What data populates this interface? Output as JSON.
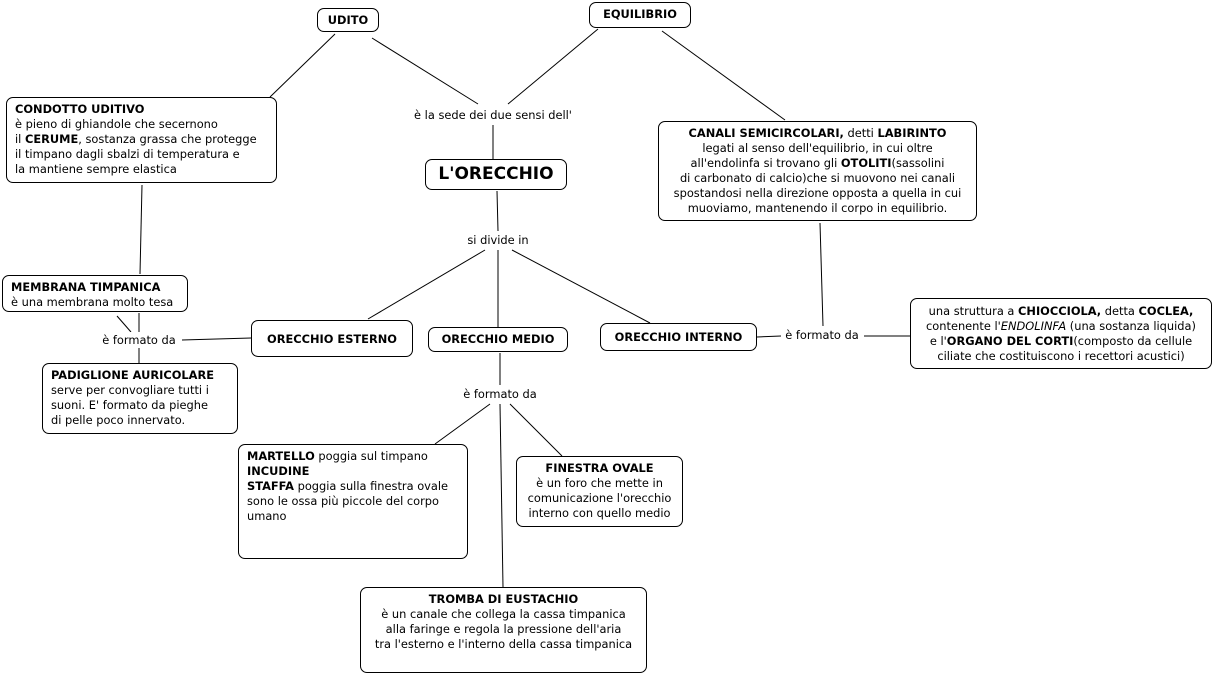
{
  "nodes": {
    "udito": {
      "lines": [
        [
          {
            "t": "UDITO",
            "b": true
          }
        ]
      ]
    },
    "equilibrio": {
      "lines": [
        [
          {
            "t": "EQUILIBRIO",
            "b": true
          }
        ]
      ]
    },
    "orecchio": {
      "lines": [
        [
          {
            "t": "L'ORECCHIO",
            "b": true
          }
        ]
      ]
    },
    "condotto": {
      "lines": [
        [
          {
            "t": "CONDOTTO UDITIVO",
            "b": true
          }
        ],
        [
          {
            "t": "è pieno di ghiandole che secernono"
          }
        ],
        [
          {
            "t": "il "
          },
          {
            "t": "CERUME",
            "b": true
          },
          {
            "t": ", sostanza grassa che protegge"
          }
        ],
        [
          {
            "t": "il timpano dagli sbalzi di temperatura e"
          }
        ],
        [
          {
            "t": "la mantiene sempre elastica"
          }
        ]
      ]
    },
    "canali": {
      "lines": [
        [
          {
            "t": "CANALI SEMICIRCOLARI,",
            "b": true
          },
          {
            "t": " detti "
          },
          {
            "t": "LABIRINTO",
            "b": true
          }
        ],
        [
          {
            "t": "legati al senso dell'equilibrio, in cui oltre"
          }
        ],
        [
          {
            "t": "all'endolinfa si trovano gli "
          },
          {
            "t": "OTOLITI",
            "b": true
          },
          {
            "t": "(sassolini"
          }
        ],
        [
          {
            "t": "di carbonato di calcio)che si muovono nei canali"
          }
        ],
        [
          {
            "t": "spostandosi nella direzione opposta a quella in cui"
          }
        ],
        [
          {
            "t": "muoviamo, mantenendo il corpo in equilibrio."
          }
        ]
      ]
    },
    "membrana": {
      "lines": [
        [
          {
            "t": "MEMBRANA TIMPANICA",
            "b": true
          }
        ],
        [
          {
            "t": "è una membrana molto tesa"
          }
        ]
      ]
    },
    "esterno": {
      "lines": [
        [
          {
            "t": "ORECCHIO ESTERNO",
            "b": true
          }
        ]
      ]
    },
    "medio": {
      "lines": [
        [
          {
            "t": "ORECCHIO MEDIO",
            "b": true
          }
        ]
      ]
    },
    "interno": {
      "lines": [
        [
          {
            "t": "ORECCHIO INTERNO",
            "b": true
          }
        ]
      ]
    },
    "coclea": {
      "lines": [
        [
          {
            "t": "una struttura a "
          },
          {
            "t": "CHIOCCIOLA,",
            "b": true
          },
          {
            "t": " detta "
          },
          {
            "t": "COCLEA,",
            "b": true
          }
        ],
        [
          {
            "t": "contenente l'"
          },
          {
            "t": "ENDOLINFA",
            "i": true
          },
          {
            "t": " (una sostanza liquida)"
          }
        ],
        [
          {
            "t": "e l'"
          },
          {
            "t": "ORGANO DEL CORTI",
            "b": true
          },
          {
            "t": "(composto da cellule"
          }
        ],
        [
          {
            "t": "ciliate che costituiscono i recettori acustici)"
          }
        ]
      ]
    },
    "padiglione": {
      "lines": [
        [
          {
            "t": "PADIGLIONE AURICOLARE",
            "b": true
          }
        ],
        [
          {
            "t": "serve per convogliare tutti i"
          }
        ],
        [
          {
            "t": "suoni. E' formato da pieghe"
          }
        ],
        [
          {
            "t": "di pelle poco innervato."
          }
        ]
      ]
    },
    "martello": {
      "lines": [
        [
          {
            "t": "MARTELLO",
            "b": true
          },
          {
            "t": " poggia sul timpano"
          }
        ],
        [
          {
            "t": "INCUDINE",
            "b": true
          }
        ],
        [
          {
            "t": "STAFFA",
            "b": true
          },
          {
            "t": " poggia sulla finestra ovale"
          }
        ],
        [
          {
            "t": "sono le ossa più piccole del corpo"
          }
        ],
        [
          {
            "t": "umano"
          }
        ]
      ]
    },
    "finestra": {
      "lines": [
        [
          {
            "t": "FINESTRA OVALE",
            "b": true
          }
        ],
        [
          {
            "t": "è un foro che mette in"
          }
        ],
        [
          {
            "t": "comunicazione l'orecchio"
          }
        ],
        [
          {
            "t": "interno con quello medio"
          }
        ]
      ]
    },
    "tromba": {
      "lines": [
        [
          {
            "t": "TROMBA DI EUSTACHIO",
            "b": true
          }
        ],
        [
          {
            "t": "è un canale che collega la cassa timpanica"
          }
        ],
        [
          {
            "t": "alla faringe e regola la pressione dell'aria"
          }
        ],
        [
          {
            "t": "tra l'esterno e l'interno della cassa timpanica"
          }
        ]
      ]
    }
  },
  "labels": {
    "sede": "è la sede dei due sensi dell'",
    "divide": "si divide in",
    "formato_esterno": "è formato da",
    "formato_medio": "è formato da",
    "formato_interno": "è formato da"
  }
}
